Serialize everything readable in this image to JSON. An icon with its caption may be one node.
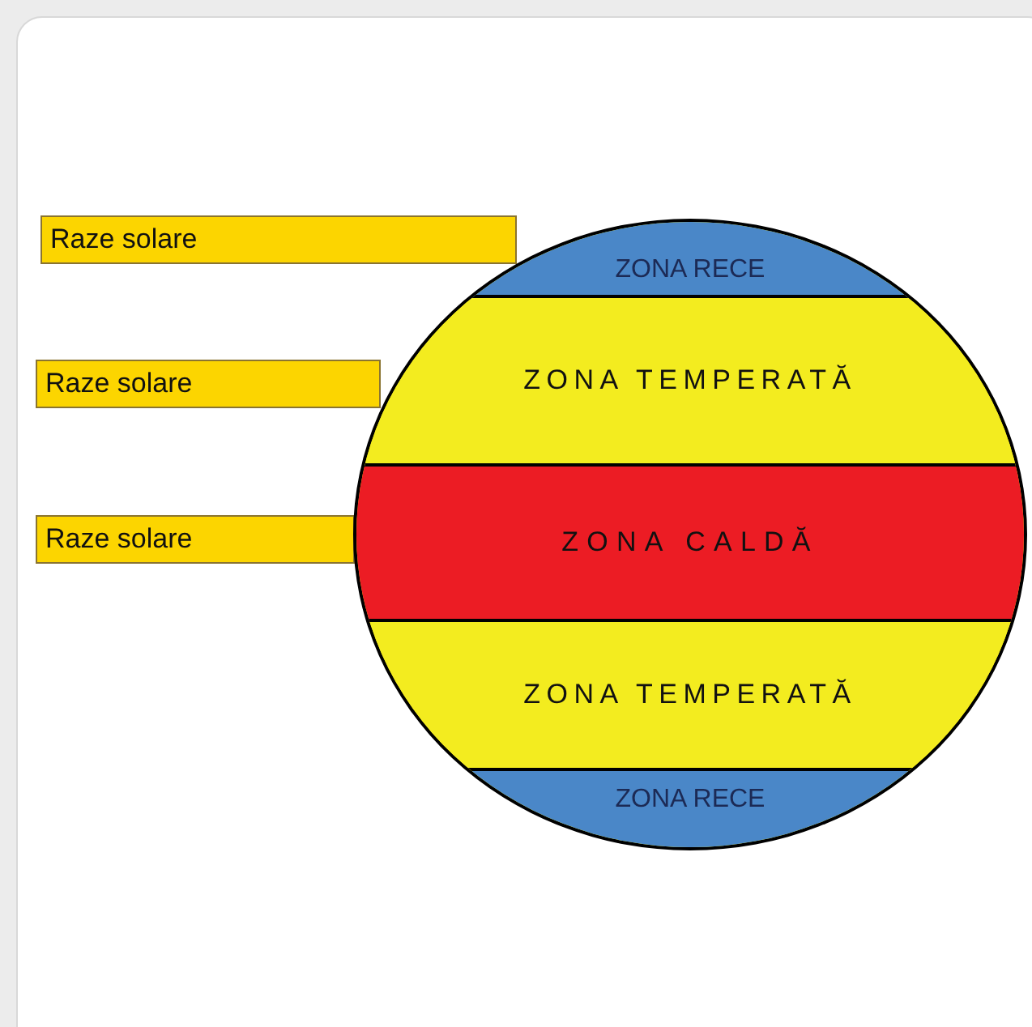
{
  "diagram": {
    "nodes": [
      {
        "text": [],
        "shape": "circle"
      },
      {
        "text": [
          "ZONA RECE"
        ],
        "in": 0
      },
      {
        "text": [
          "ZONA TEMPERATĂ"
        ],
        "in": 0
      },
      {
        "text": [
          "ZONA CALDĂ"
        ],
        "in": 0
      },
      {
        "text": [
          "ZONA TEMPERATĂ"
        ],
        "in": 0
      },
      {
        "text": [
          "ZONA RECE"
        ],
        "in": 0
      },
      {
        "text": [
          "Raze solare"
        ]
      },
      {
        "text": [
          "Raze solare"
        ]
      },
      {
        "text": [
          "Raze solare"
        ]
      }
    ]
  }
}
